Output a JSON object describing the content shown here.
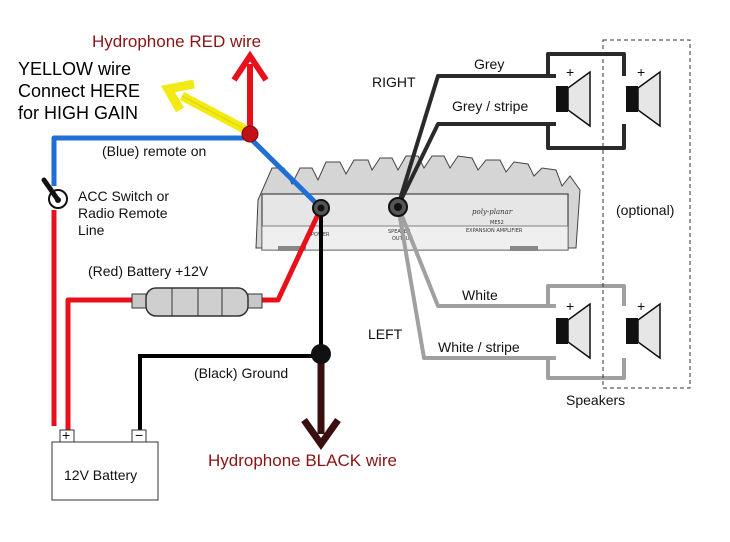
{
  "labels": {
    "hydrophone_red": "Hydrophone RED wire",
    "yellow_line1": "YELLOW wire",
    "yellow_line2": "Connect HERE",
    "yellow_line3": "for HIGH GAIN",
    "blue_remote": "(Blue)  remote on",
    "acc_line1": "ACC Switch or",
    "acc_line2": "Radio Remote",
    "acc_line3": "Line",
    "red_battery": "(Red)  Battery +12V",
    "black_ground": "(Black)  Ground",
    "battery": "12V Battery",
    "battery_plus": "+",
    "battery_minus": "−",
    "hydrophone_black": "Hydrophone BLACK wire",
    "right": "RIGHT",
    "left": "LEFT",
    "grey": "Grey",
    "grey_stripe": "Grey / stripe",
    "white": "White",
    "white_stripe": "White / stripe",
    "optional": "(optional)",
    "speakers": "Speakers",
    "speaker_plus": "+"
  },
  "amplifier": {
    "brand": "poly-planar",
    "model": "ME52",
    "subtitle": "EXPANSION AMPLIFIER",
    "power_label": "POWER",
    "speaker_label_1": "SPEAKER",
    "speaker_label_2": "OUTPUT"
  },
  "colors": {
    "red": "#e8101a",
    "blue": "#1f6fd6",
    "yellow": "#f2ea12",
    "black": "#000000",
    "grey_wire": "#a0a0a0",
    "dark_grey_wire": "#2a2a2a",
    "hydrophone_black_arrow": "#3a0f0f",
    "amp_body": "#e6e6e6"
  }
}
